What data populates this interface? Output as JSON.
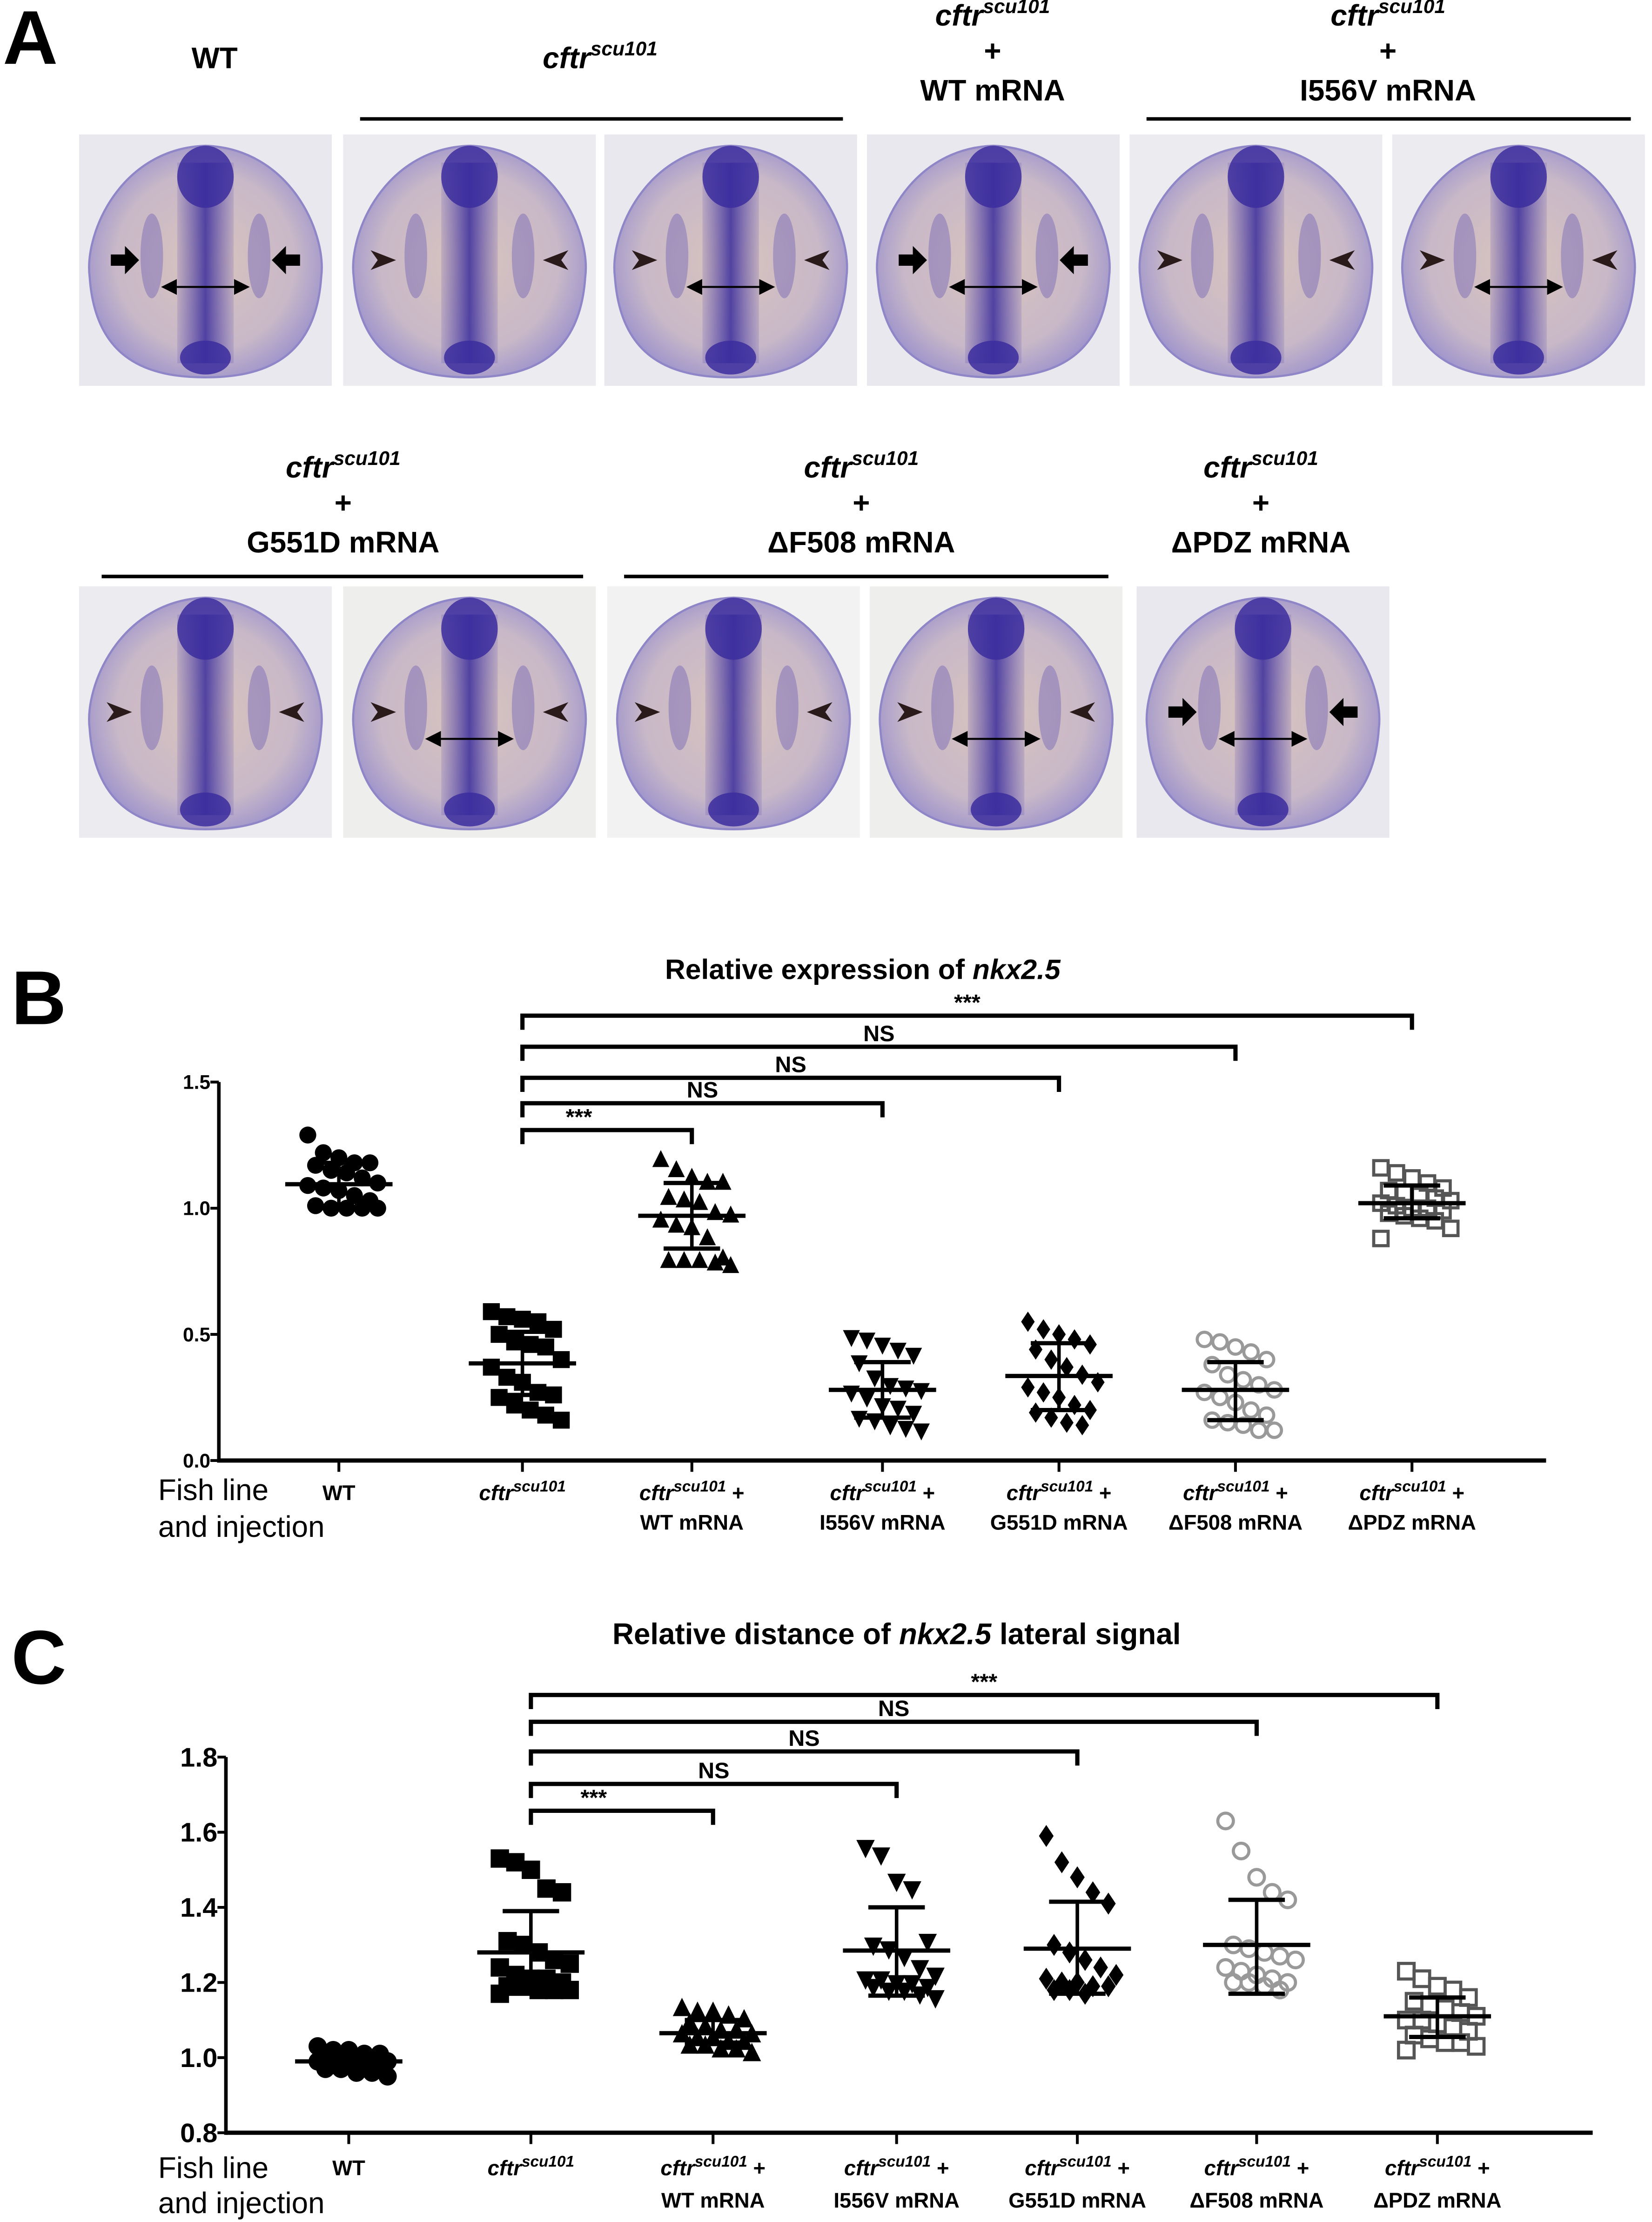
{
  "panel_a": {
    "letter": "A",
    "headers": [
      {
        "main": "WT"
      },
      {
        "italic": "cftr",
        "sup": "scu101"
      },
      {
        "italic": "cftr",
        "sup": "scu101",
        "plus": "+",
        "line2": "WT mRNA"
      },
      {
        "italic": "cftr",
        "sup": "scu101",
        "plus": "+",
        "line2": "I556V mRNA"
      },
      {
        "italic": "cftr",
        "sup": "scu101",
        "plus": "+",
        "line2": "G551D mRNA"
      },
      {
        "italic": "cftr",
        "sup": "scu101",
        "plus": "+",
        "line2": "ΔF508 mRNA"
      },
      {
        "italic": "cftr",
        "sup": "scu101",
        "plus": "+",
        "line2": "ΔPDZ mRNA"
      }
    ]
  },
  "chart_data": [
    {
      "panel": "B",
      "type": "scatter",
      "title_pre": "Relative expression of ",
      "title_it": "nkx2.5",
      "title_post": "",
      "xlabel_1": "Fish line",
      "xlabel_2": "and injection",
      "ylim": [
        0,
        1.5
      ],
      "yticks": [
        "0.0",
        "0.5",
        "1.0",
        "1.5"
      ],
      "categories": [
        {
          "main": "WT",
          "it": "",
          "sup": "",
          "suffix": "",
          "line2": ""
        },
        {
          "main": "",
          "it": "cftr",
          "sup": "scu101",
          "suffix": "",
          "line2": ""
        },
        {
          "main": "",
          "it": "cftr",
          "sup": "scu101",
          "suffix": " +",
          "line2": "WT mRNA"
        },
        {
          "main": "",
          "it": "cftr",
          "sup": "scu101",
          "suffix": " +",
          "line2": "I556V mRNA"
        },
        {
          "main": "",
          "it": "cftr",
          "sup": "scu101",
          "suffix": " +",
          "line2": "G551D mRNA"
        },
        {
          "main": "",
          "it": "cftr",
          "sup": "scu101",
          "suffix": " +",
          "line2": "ΔF508 mRNA"
        },
        {
          "main": "",
          "it": "cftr",
          "sup": "scu101",
          "suffix": " +",
          "line2": "ΔPDZ mRNA"
        }
      ],
      "series": [
        {
          "name": "WT",
          "marker": "circle",
          "color": "#000000",
          "mean": 1.095,
          "sd": [
            1.0,
            1.18
          ],
          "values": [
            1.29,
            1.22,
            1.2,
            1.18,
            1.18,
            1.17,
            1.15,
            1.14,
            1.12,
            1.1,
            1.09,
            1.08,
            1.07,
            1.05,
            1.03,
            1.01,
            1.0,
            1.0,
            1.0,
            1.0
          ]
        },
        {
          "name": "cftr scu101",
          "marker": "square",
          "color": "#000000",
          "mean": 0.385,
          "sd": [
            0.26,
            0.51
          ],
          "values": [
            0.59,
            0.57,
            0.56,
            0.55,
            0.52,
            0.5,
            0.47,
            0.46,
            0.45,
            0.4,
            0.37,
            0.33,
            0.31,
            0.27,
            0.26,
            0.25,
            0.22,
            0.2,
            0.18,
            0.16
          ]
        },
        {
          "name": "cftr scu101 + WT mRNA",
          "marker": "triangle-up",
          "color": "#000000",
          "mean": 0.97,
          "sd": [
            0.84,
            1.1
          ],
          "values": [
            1.19,
            1.15,
            1.12,
            1.1,
            1.1,
            1.04,
            1.03,
            1.02,
            0.98,
            0.97,
            0.95,
            0.93,
            0.92,
            0.88,
            0.8,
            0.79,
            0.79,
            0.79,
            0.78,
            0.77
          ]
        },
        {
          "name": "cftr scu101 + I556V mRNA",
          "marker": "triangle-down",
          "color": "#000000",
          "mean": 0.28,
          "sd": [
            0.17,
            0.39
          ],
          "values": [
            0.49,
            0.48,
            0.46,
            0.44,
            0.42,
            0.39,
            0.33,
            0.3,
            0.29,
            0.28,
            0.27,
            0.25,
            0.22,
            0.21,
            0.19,
            0.17,
            0.16,
            0.14,
            0.13,
            0.12
          ]
        },
        {
          "name": "cftr scu101 + G551D mRNA",
          "marker": "diamond",
          "color": "#000000",
          "mean": 0.335,
          "sd": [
            0.2,
            0.465
          ],
          "values": [
            0.55,
            0.52,
            0.5,
            0.48,
            0.46,
            0.44,
            0.4,
            0.37,
            0.34,
            0.31,
            0.29,
            0.27,
            0.25,
            0.22,
            0.2,
            0.19,
            0.17,
            0.15,
            0.14
          ]
        },
        {
          "name": "cftr scu101 + ΔF508 mRNA",
          "marker": "open-circle",
          "color": "#999999",
          "mean": 0.28,
          "sd": [
            0.16,
            0.39
          ],
          "values": [
            0.48,
            0.47,
            0.45,
            0.43,
            0.4,
            0.38,
            0.34,
            0.32,
            0.3,
            0.28,
            0.27,
            0.25,
            0.23,
            0.2,
            0.18,
            0.16,
            0.15,
            0.14,
            0.12,
            0.12
          ]
        },
        {
          "name": "cftr scu101 + ΔPDZ mRNA",
          "marker": "open-square",
          "color": "#555555",
          "mean": 1.02,
          "sd": [
            0.96,
            1.09
          ],
          "values": [
            1.16,
            1.14,
            1.12,
            1.1,
            1.08,
            1.07,
            1.06,
            1.05,
            1.04,
            1.03,
            1.02,
            1.01,
            1.0,
            1.0,
            0.99,
            0.98,
            0.97,
            0.96,
            0.95,
            0.92,
            0.88
          ]
        }
      ],
      "comparisons": [
        {
          "from": 1,
          "to": 2,
          "label": "***"
        },
        {
          "from": 1,
          "to": 3,
          "label": "NS"
        },
        {
          "from": 1,
          "to": 4,
          "label": "NS"
        },
        {
          "from": 1,
          "to": 5,
          "label": "NS"
        },
        {
          "from": 1,
          "to": 6,
          "label": "***"
        }
      ]
    },
    {
      "panel": "C",
      "type": "scatter",
      "title_pre": "Relative distance of ",
      "title_it": "nkx2.5",
      "title_post": " lateral signal",
      "xlabel_1": "Fish line",
      "xlabel_2": "and injection",
      "ylim": [
        0.8,
        1.8
      ],
      "yticks": [
        "0.8",
        "1.0",
        "1.2",
        "1.4",
        "1.6",
        "1.8"
      ],
      "categories": [
        {
          "main": "WT",
          "it": "",
          "sup": "",
          "suffix": "",
          "line2": ""
        },
        {
          "main": "",
          "it": "cftr",
          "sup": "scu101",
          "suffix": "",
          "line2": ""
        },
        {
          "main": "",
          "it": "cftr",
          "sup": "scu101",
          "suffix": " +",
          "line2": "WT mRNA"
        },
        {
          "main": "",
          "it": "cftr",
          "sup": "scu101",
          "suffix": " +",
          "line2": "I556V mRNA"
        },
        {
          "main": "",
          "it": "cftr",
          "sup": "scu101",
          "suffix": " +",
          "line2": "G551D mRNA"
        },
        {
          "main": "",
          "it": "cftr",
          "sup": "scu101",
          "suffix": " +",
          "line2": "ΔF508 mRNA"
        },
        {
          "main": "",
          "it": "cftr",
          "sup": "scu101",
          "suffix": " +",
          "line2": "ΔPDZ mRNA"
        }
      ],
      "series": [
        {
          "name": "WT",
          "marker": "circle",
          "color": "#000000",
          "mean": 0.99,
          "sd": [
            0.98,
            1.0
          ],
          "values": [
            1.03,
            1.02,
            1.02,
            1.01,
            1.01,
            1.0,
            1.0,
            1.0,
            0.99,
            0.99,
            0.99,
            0.98,
            0.98,
            0.98,
            0.97,
            0.97,
            0.97,
            0.96,
            0.96,
            0.95
          ]
        },
        {
          "name": "cftr scu101",
          "marker": "square",
          "color": "#000000",
          "mean": 1.28,
          "sd": [
            1.17,
            1.39
          ],
          "values": [
            1.53,
            1.52,
            1.5,
            1.45,
            1.44,
            1.31,
            1.3,
            1.28,
            1.26,
            1.25,
            1.24,
            1.22,
            1.21,
            1.21,
            1.2,
            1.19,
            1.19,
            1.18,
            1.18,
            1.18,
            1.17
          ]
        },
        {
          "name": "cftr scu101 + WT mRNA",
          "marker": "triangle-up",
          "color": "#000000",
          "mean": 1.065,
          "sd": [
            1.04,
            1.1
          ],
          "values": [
            1.13,
            1.12,
            1.12,
            1.11,
            1.1,
            1.09,
            1.08,
            1.07,
            1.07,
            1.06,
            1.06,
            1.05,
            1.05,
            1.04,
            1.04,
            1.03,
            1.03,
            1.02,
            1.02,
            1.01
          ]
        },
        {
          "name": "cftr scu101 + I556V mRNA",
          "marker": "triangle-down",
          "color": "#000000",
          "mean": 1.285,
          "sd": [
            1.165,
            1.4
          ],
          "values": [
            1.56,
            1.54,
            1.47,
            1.45,
            1.31,
            1.3,
            1.29,
            1.27,
            1.24,
            1.22,
            1.21,
            1.21,
            1.2,
            1.2,
            1.19,
            1.19,
            1.18,
            1.18,
            1.17,
            1.16
          ]
        },
        {
          "name": "cftr scu101 + G551D mRNA",
          "marker": "diamond",
          "color": "#000000",
          "mean": 1.29,
          "sd": [
            1.17,
            1.415
          ],
          "values": [
            1.59,
            1.52,
            1.48,
            1.44,
            1.41,
            1.3,
            1.28,
            1.26,
            1.24,
            1.22,
            1.21,
            1.2,
            1.2,
            1.19,
            1.19,
            1.18,
            1.18,
            1.17
          ]
        },
        {
          "name": "cftr scu101 + ΔF508 mRNA",
          "marker": "open-circle",
          "color": "#999999",
          "mean": 1.3,
          "sd": [
            1.17,
            1.42
          ],
          "values": [
            1.63,
            1.55,
            1.48,
            1.44,
            1.42,
            1.3,
            1.29,
            1.28,
            1.27,
            1.26,
            1.24,
            1.23,
            1.22,
            1.21,
            1.2,
            1.2,
            1.2,
            1.19,
            1.18
          ]
        },
        {
          "name": "cftr scu101 + ΔPDZ mRNA",
          "marker": "open-square",
          "color": "#555555",
          "mean": 1.11,
          "sd": [
            1.055,
            1.16
          ],
          "values": [
            1.23,
            1.21,
            1.19,
            1.18,
            1.16,
            1.15,
            1.14,
            1.13,
            1.12,
            1.11,
            1.1,
            1.1,
            1.09,
            1.08,
            1.07,
            1.06,
            1.05,
            1.04,
            1.04,
            1.03,
            1.02
          ]
        }
      ],
      "comparisons": [
        {
          "from": 1,
          "to": 2,
          "label": "***"
        },
        {
          "from": 1,
          "to": 3,
          "label": "NS"
        },
        {
          "from": 1,
          "to": 4,
          "label": "NS"
        },
        {
          "from": 1,
          "to": 5,
          "label": "NS"
        },
        {
          "from": 1,
          "to": 6,
          "label": "***"
        }
      ]
    }
  ]
}
